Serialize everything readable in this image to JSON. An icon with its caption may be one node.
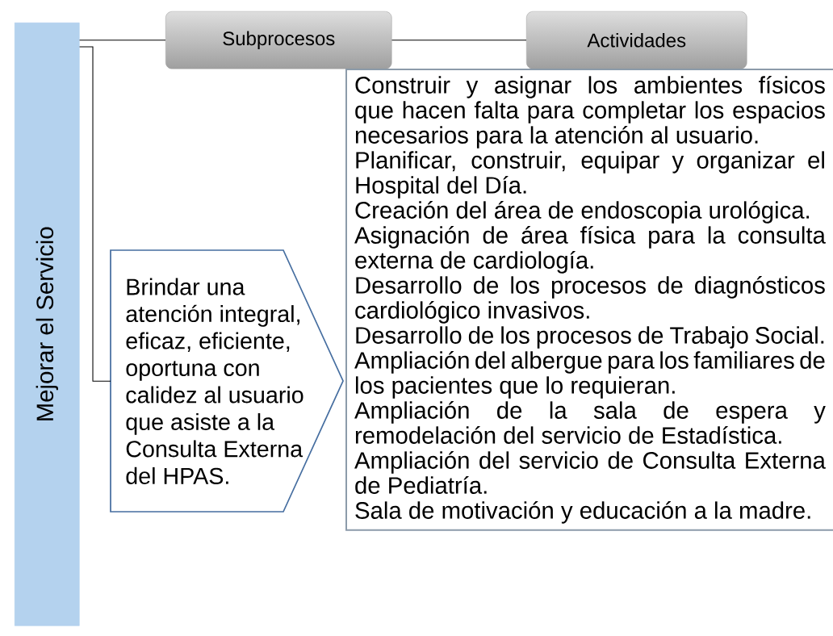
{
  "diagram": {
    "nodes": [
      {
        "text": [
          "Mejorar el Servicio"
        ]
      },
      {
        "text": [
          "Subprocesos"
        ]
      },
      {
        "text": [
          "Actividades"
        ]
      },
      {
        "text": [
          "Brindar una atención integral, eficaz, eficiente, oportuna con calidez al usuario que asiste a la Consulta Externa del HPAS."
        ]
      },
      {
        "text": [
          "Construir y asignar los ambientes físicos que hacen falta para completar los espacios necesarios para la atención al usuario.",
          "Planificar, construir, equipar y organizar el Hospital del Día.",
          "Creación del área de endoscopia urológica.",
          "Asignación de  área física para la consulta externa de cardiología.",
          "Desarrollo de los procesos de diagnósticos cardiológico invasivos.",
          "Desarrollo de los procesos de Trabajo Social.",
          "Ampliación del albergue para los familiares de los  pacientes que lo requieran.",
          "Ampliación de la sala de espera y remodelación del servicio de Estadística.",
          "Ampliación del servicio de Consulta Externa de Pediatría.",
          "Sala de motivación y educación a la madre."
        ]
      }
    ],
    "edges": [
      {
        "from": 0,
        "to": 1,
        "arrow": "none"
      },
      {
        "from": 1,
        "to": 2,
        "arrow": "none"
      },
      {
        "from": 0,
        "to": 3,
        "arrow": "none"
      }
    ]
  }
}
